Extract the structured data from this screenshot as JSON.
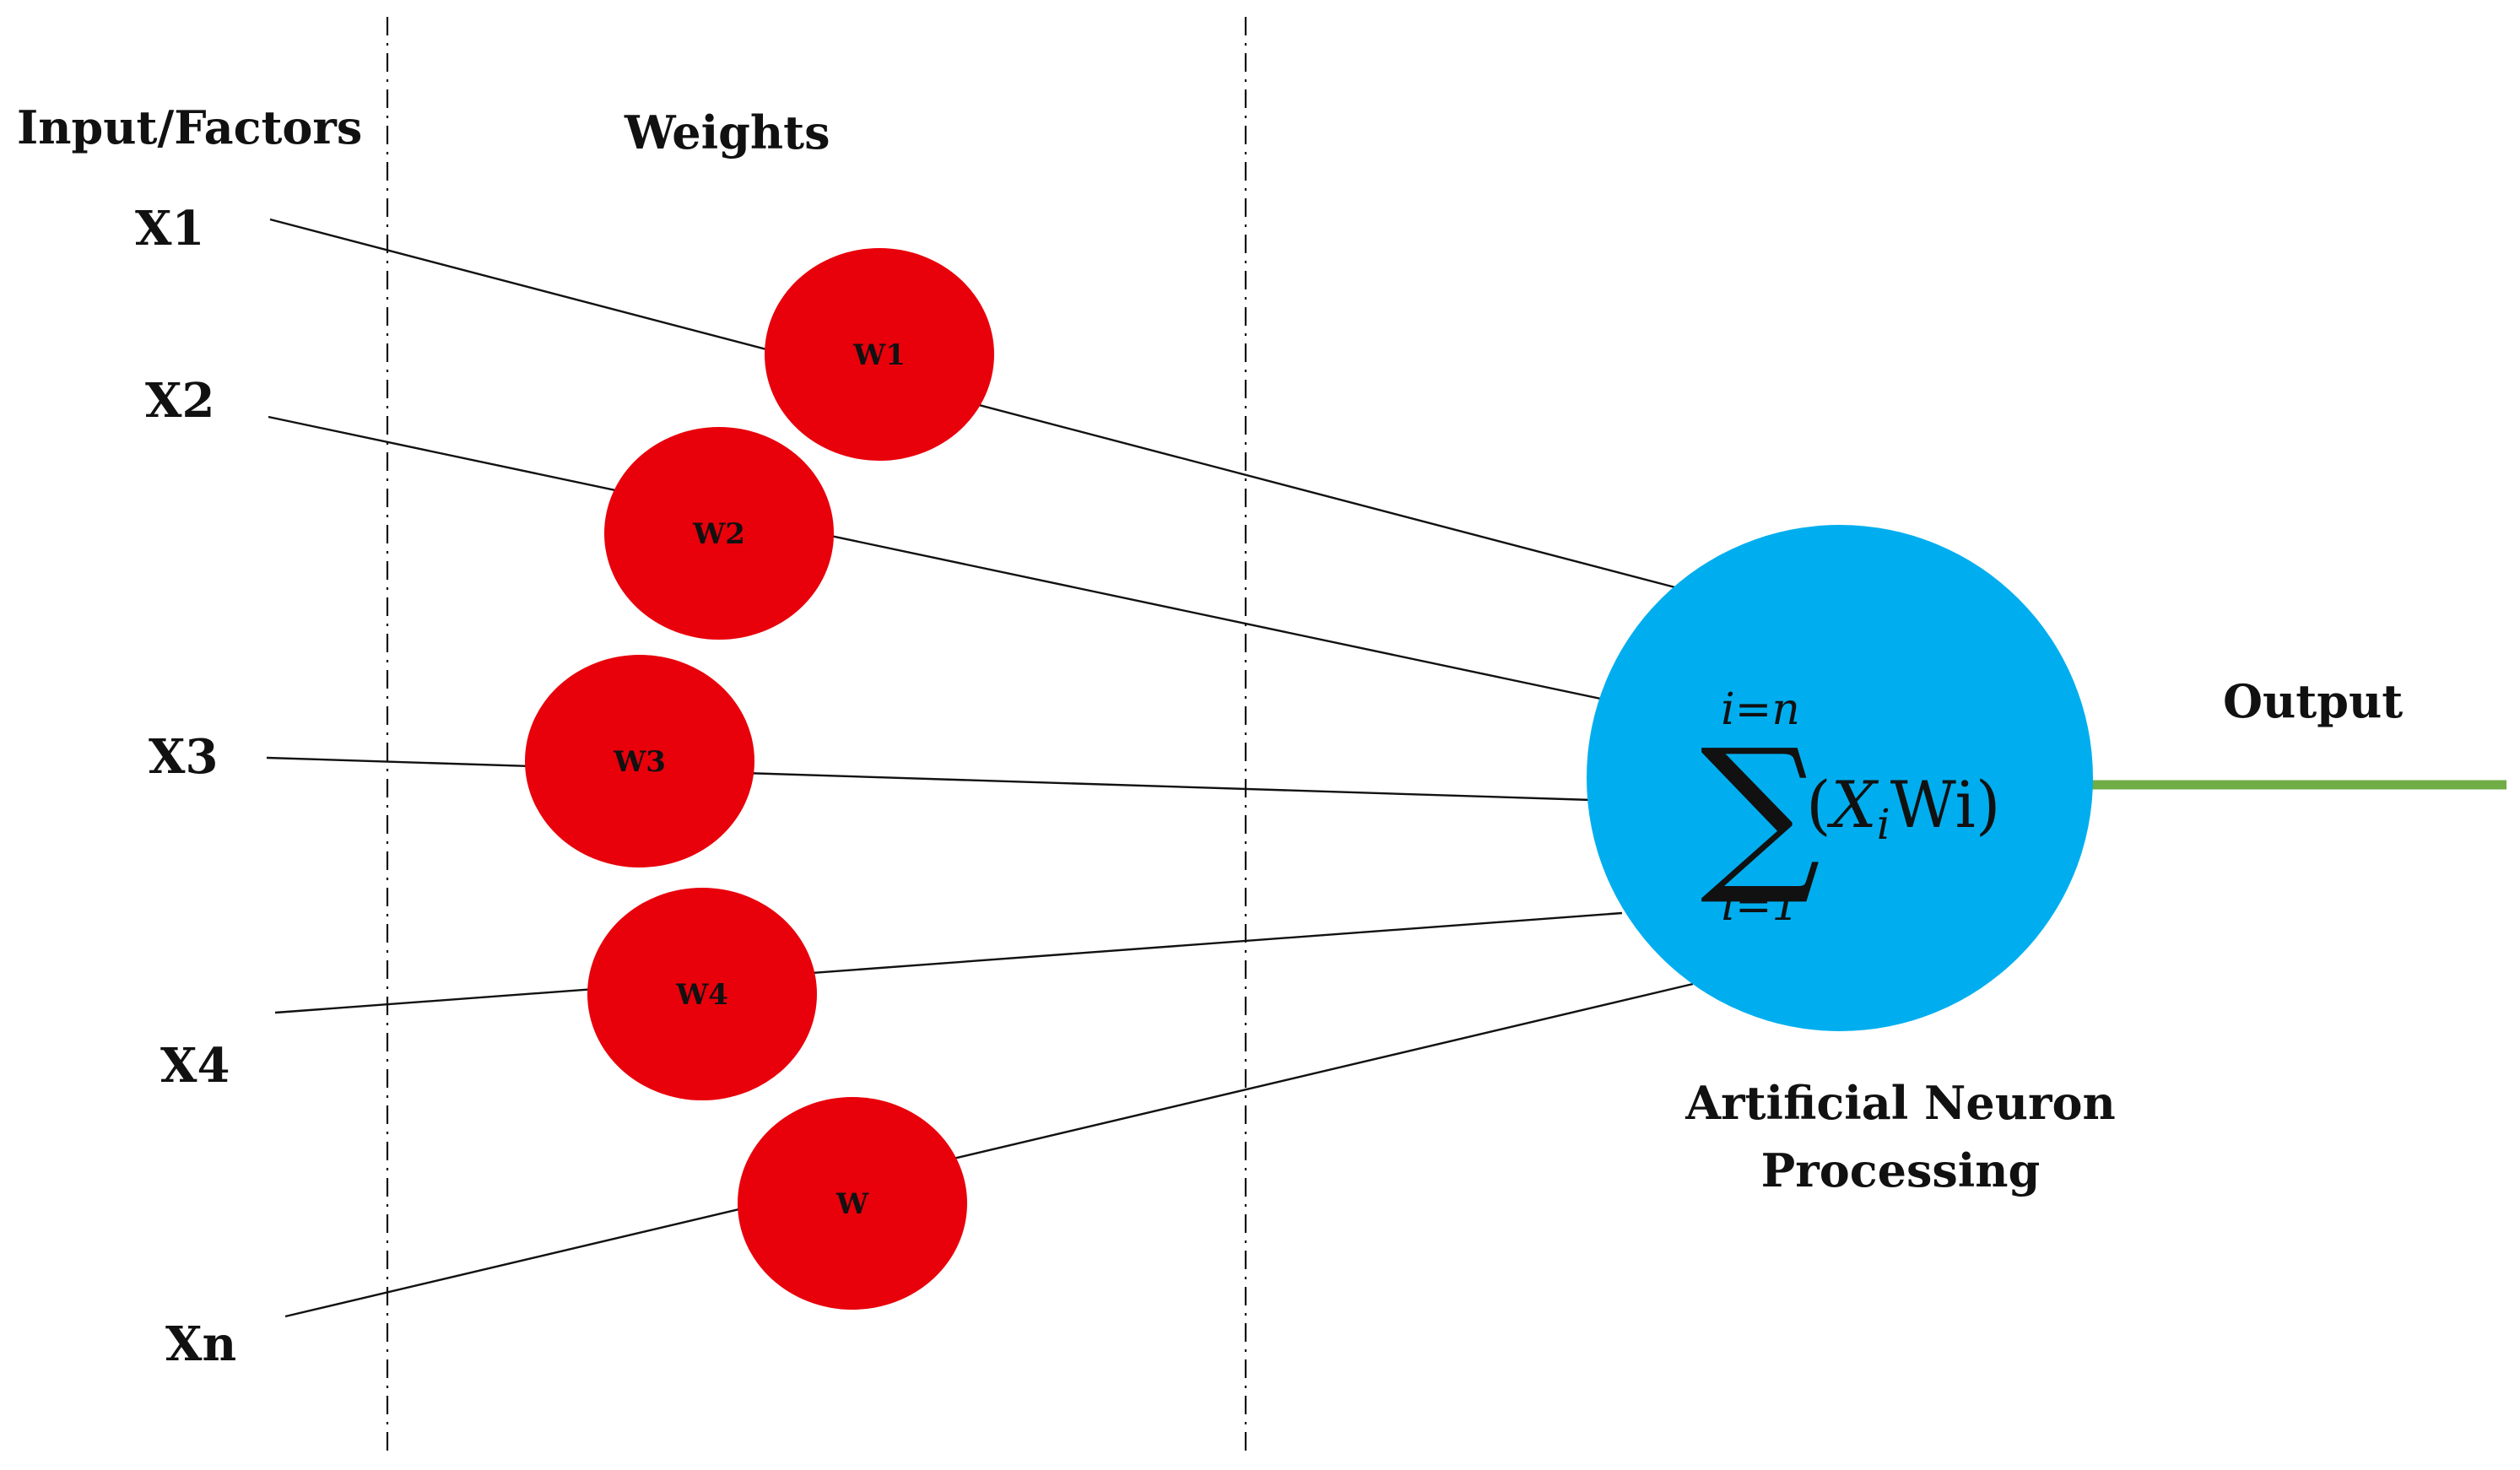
{
  "headers": {
    "inputs": "Input/Factors",
    "weights": "Weights",
    "output": "Output"
  },
  "inputs": [
    "X1",
    "X2",
    "X3",
    "X4",
    "Xn"
  ],
  "weights": [
    "W1",
    "W2",
    "W3",
    "W4",
    "W"
  ],
  "neuron": {
    "caption_line1": "Artificial Neuron",
    "caption_line2": "Processing",
    "formula": {
      "upper_limit": "i=n",
      "lower_limit": "i=1",
      "symbol": "∑",
      "open_paren": "(",
      "variable": "X",
      "subscript": "i",
      "weight_term": "Wi",
      "close_paren": ")"
    }
  },
  "colors": {
    "weight_node": "#E8000B",
    "neuron": "#00AEEF",
    "output_line": "#70AD47",
    "lines": "#111111"
  }
}
